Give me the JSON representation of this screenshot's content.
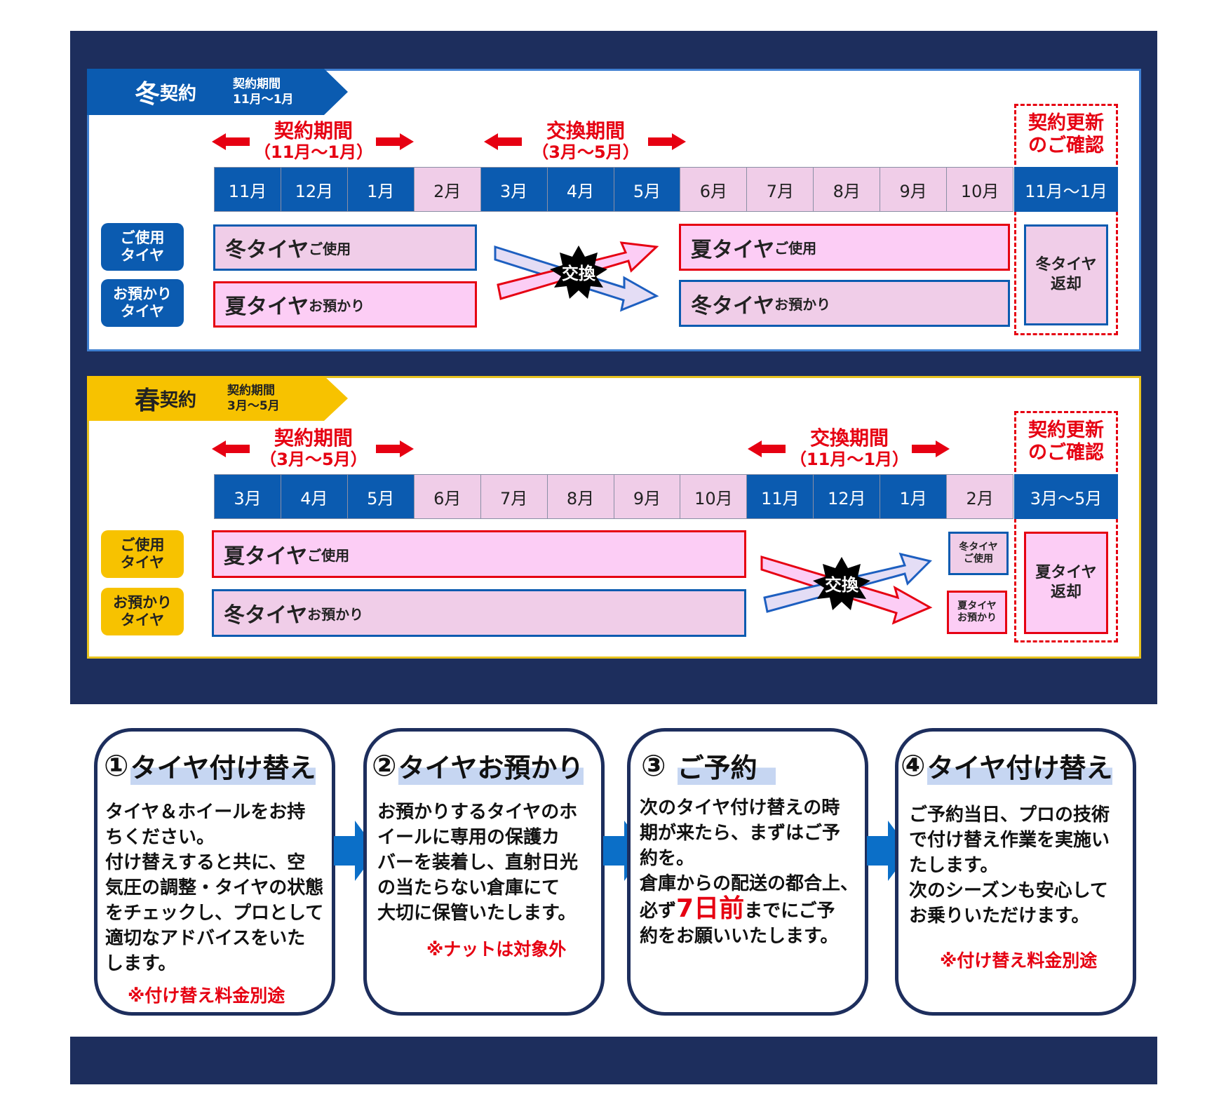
{
  "winter": {
    "tab_big": "冬",
    "tab_small": "契約",
    "tab_period_label": "契約期間",
    "tab_period_value": "11月～1月",
    "contract_title": "契約期間",
    "contract_range": "（11月～1月）",
    "exchange_title": "交換期間",
    "exchange_range": "（3月～5月）",
    "renewal_line1": "契約更新",
    "renewal_line2": "のご確認",
    "months": [
      "11月",
      "12月",
      "1月",
      "2月",
      "3月",
      "4月",
      "5月",
      "6月",
      "7月",
      "8月",
      "9月",
      "10月"
    ],
    "renewal_month": "11月～1月",
    "label_use_1": "ご使用",
    "label_use_2": "タイヤ",
    "label_keep_1": "お預かり",
    "label_keep_2": "タイヤ",
    "bar1_big": "冬タイヤ",
    "bar1_small": "ご使用",
    "bar2_big": "夏タイヤ",
    "bar2_small": "お預かり",
    "bar3_big": "夏タイヤ",
    "bar3_small": "ご使用",
    "bar4_big": "冬タイヤ",
    "bar4_small": "お預かり",
    "exchange_badge": "交換",
    "return_line1": "冬タイヤ",
    "return_line2": "返却"
  },
  "spring": {
    "tab_big": "春",
    "tab_small": "契約",
    "tab_period_label": "契約期間",
    "tab_period_value": "3月～5月",
    "contract_title": "契約期間",
    "contract_range": "（3月～5月）",
    "exchange_title": "交換期間",
    "exchange_range": "（11月～1月）",
    "renewal_line1": "契約更新",
    "renewal_line2": "のご確認",
    "months": [
      "3月",
      "4月",
      "5月",
      "6月",
      "7月",
      "8月",
      "9月",
      "10月",
      "11月",
      "12月",
      "1月",
      "2月"
    ],
    "renewal_month": "3月～5月",
    "label_use_1": "ご使用",
    "label_use_2": "タイヤ",
    "label_keep_1": "お預かり",
    "label_keep_2": "タイヤ",
    "bar1_big": "夏タイヤ",
    "bar1_small": "ご使用",
    "bar2_big": "冬タイヤ",
    "bar2_small": "お預かり",
    "mini1_line1": "冬タイヤ",
    "mini1_line2": "ご使用",
    "mini2_line1": "夏タイヤ",
    "mini2_line2": "お預かり",
    "exchange_badge": "交換",
    "return_line1": "夏タイヤ",
    "return_line2": "返却"
  },
  "steps": [
    {
      "num": "①",
      "title": "タイヤ付け替え",
      "lines": [
        "タイヤ＆ホイールをお持",
        "ちください。",
        "付け替えすると共に、空",
        "気圧の調整・タイヤの状態",
        "をチェックし、プロとして",
        "適切なアドバイスをいた",
        "します。"
      ],
      "note": "※付け替え料金別途"
    },
    {
      "num": "②",
      "title": "タイヤお預かり",
      "lines": [
        "お預かりするタイヤのホ",
        "イールに専用の保護カ",
        "バーを装着し、直射日光",
        "の当たらない倉庫にて",
        "大切に保管いたします。"
      ],
      "note": "※ナットは対象外"
    },
    {
      "num": "③",
      "title": "ご予約",
      "lines": [
        "次のタイヤ付け替えの時",
        "期が来たら、まずはご予",
        "約を。",
        "倉庫からの配送の都合上、"
      ],
      "line5_pre": "必ず",
      "line5_red": "7日前",
      "line5_post": "までにご予",
      "line6": "約をお願いいたします。"
    },
    {
      "num": "④",
      "title": "タイヤ付け替え",
      "lines": [
        "ご予約当日、プロの技術",
        "で付け替え作業を実施い",
        "たします。",
        "次のシーズンも安心して",
        "お乗りいただけます。"
      ],
      "note": "※付け替え料金別途"
    }
  ],
  "colors": {
    "navy": "#1d2e5d",
    "blue": "#0b5bb0",
    "red": "#e60012",
    "yellow": "#f7c200",
    "pink": "#fccdf5",
    "lilac": "#f0cde8"
  }
}
